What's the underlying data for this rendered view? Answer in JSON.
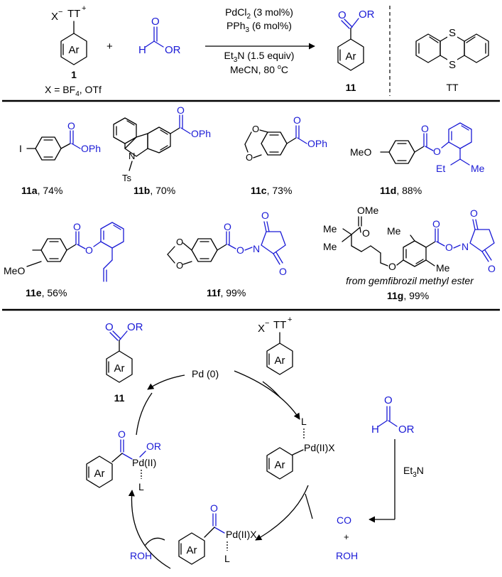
{
  "reaction": {
    "counterion": "X",
    "counterion_charge": "−",
    "sulfonium": "TT",
    "sulfonium_charge": "+",
    "ring_label": "Ar",
    "plus": "+",
    "formate_h": "H",
    "formate_o": "O",
    "formate_or": "OR",
    "reagent_1_label": "1",
    "reagent_1_anion": "X = BF",
    "reagent_1_anion_sub": "4",
    "reagent_1_anion_rest": ", OTf",
    "conditions": {
      "line1_a": "PdCl",
      "line1_sub": "2",
      "line1_b": " (3 mol%)",
      "line2_a": "PPh",
      "line2_sub": "3",
      "line2_b": " (6 mol%)",
      "line3_a": "Et",
      "line3_sub": "3",
      "line3_b": "N (1.5 equiv)",
      "line4": "MeCN, 80 ",
      "line4_sup": "o",
      "line4_c": "C"
    },
    "product_or": "OR",
    "product_o": "O",
    "product_label": "11",
    "tt_s1": "S",
    "tt_s2": "S",
    "tt_label": "TT"
  },
  "scope": {
    "c11a": {
      "sub": "I",
      "o": "O",
      "ester": "OPh",
      "label": "11a",
      "yield": ", 74%"
    },
    "c11b": {
      "n": "N",
      "ts": "Ts",
      "o": "O",
      "ester": "OPh",
      "label": "11b",
      "yield": ", 70%"
    },
    "c11c": {
      "o1": "O",
      "o2": "O",
      "o": "O",
      "ester": "OPh",
      "label": "11c",
      "yield": ", 73%"
    },
    "c11d": {
      "meo": "MeO",
      "o": "O",
      "oe": "O",
      "et": "Et",
      "me": "Me",
      "label": "11d",
      "yield": ", 88%"
    },
    "c11e": {
      "meo": "MeO",
      "o": "O",
      "oe": "O",
      "label": "11e",
      "yield": ", 56%"
    },
    "c11f": {
      "o1": "O",
      "o2": "O",
      "o": "O",
      "oe": "O",
      "n": "N",
      "o3": "O",
      "o4": "O",
      "label": "11f",
      "yield": ", 99%"
    },
    "c11g": {
      "ome": "OMe",
      "o_ester": "O",
      "me1": "Me",
      "me2": "Me",
      "me3": "Me",
      "me4": "Me",
      "o_ether": "O",
      "o": "O",
      "oe": "O",
      "n": "N",
      "o3": "O",
      "o4": "O",
      "note": "from gemfibrozil methyl ester",
      "label": "11g",
      "yield": ", 99%"
    }
  },
  "cycle": {
    "product_o": "O",
    "product_or": "OR",
    "product_ar": "Ar",
    "product_label": "11",
    "pd0": "Pd (0)",
    "substrate_x": "X",
    "substrate_x_charge": "−",
    "substrate_tt": "TT",
    "substrate_tt_charge": "+",
    "substrate_ar": "Ar",
    "oa_l": "L",
    "oa_pd": "Pd(II)X",
    "oa_ar": "Ar",
    "formate_h": "H",
    "formate_o": "O",
    "formate_or": "OR",
    "base": "Et",
    "base_sub": "3",
    "base_n": "N",
    "co": "CO",
    "plus": "+",
    "roh": "ROH",
    "acyl_o": "O",
    "acyl_pd": "Pd(II)X",
    "acyl_l": "L",
    "acyl_ar": "Ar",
    "roh_in": "ROH",
    "alk_o": "O",
    "alk_or": "OR",
    "alk_pd": "Pd(II)",
    "alk_l": "L",
    "alk_ar": "Ar"
  }
}
